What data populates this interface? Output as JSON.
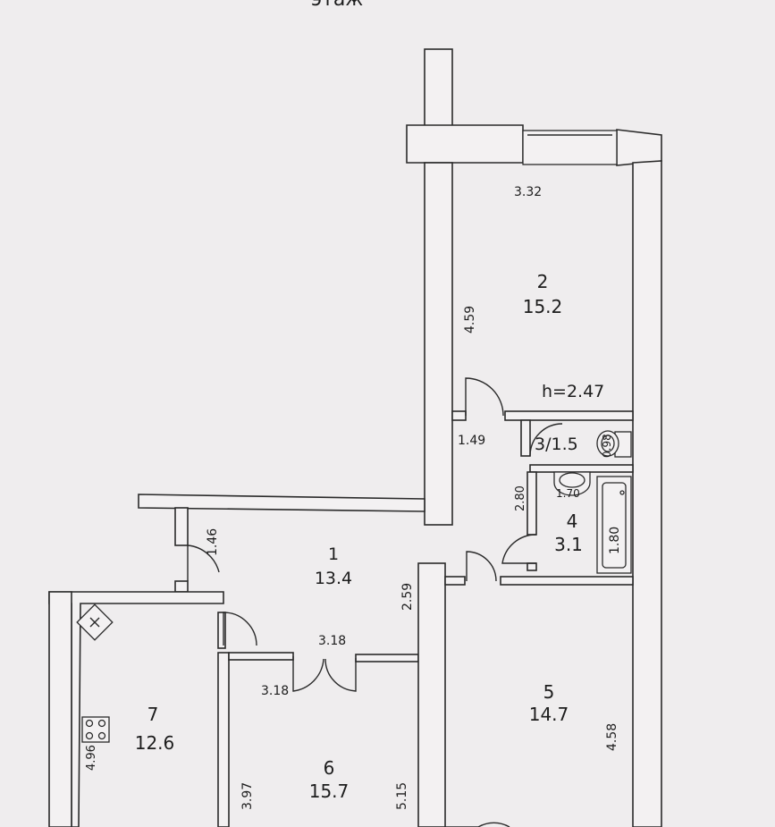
{
  "page_header_fragment": "этаж",
  "ceiling_height": "h=2.47",
  "rooms": [
    {
      "id": "1",
      "number": "1",
      "area": "13.4"
    },
    {
      "id": "2",
      "number": "2",
      "area": "15.2"
    },
    {
      "id": "3",
      "number": "3/1.5"
    },
    {
      "id": "4",
      "number": "4",
      "area": "3.1"
    },
    {
      "id": "5",
      "number": "5",
      "area": "14.7"
    },
    {
      "id": "6",
      "number": "6",
      "area": "15.7"
    },
    {
      "id": "7",
      "number": "7",
      "area": "12.6"
    }
  ],
  "dimensions": {
    "room2_width": "3.32",
    "room2_length": "4.59",
    "corridor_width": "1.49",
    "wc_width": "0.98",
    "bath_width": "1.70",
    "bath_length": "2.80",
    "bathtub_length": "1.80",
    "hall_width": "1.46",
    "hall_length": "2.59",
    "room6_width": "3.18",
    "room6_width_left": "3.18",
    "room6_length": "5.15",
    "room6_partial": "3.97",
    "room5_length": "4.58",
    "room7_length": "4.96"
  }
}
